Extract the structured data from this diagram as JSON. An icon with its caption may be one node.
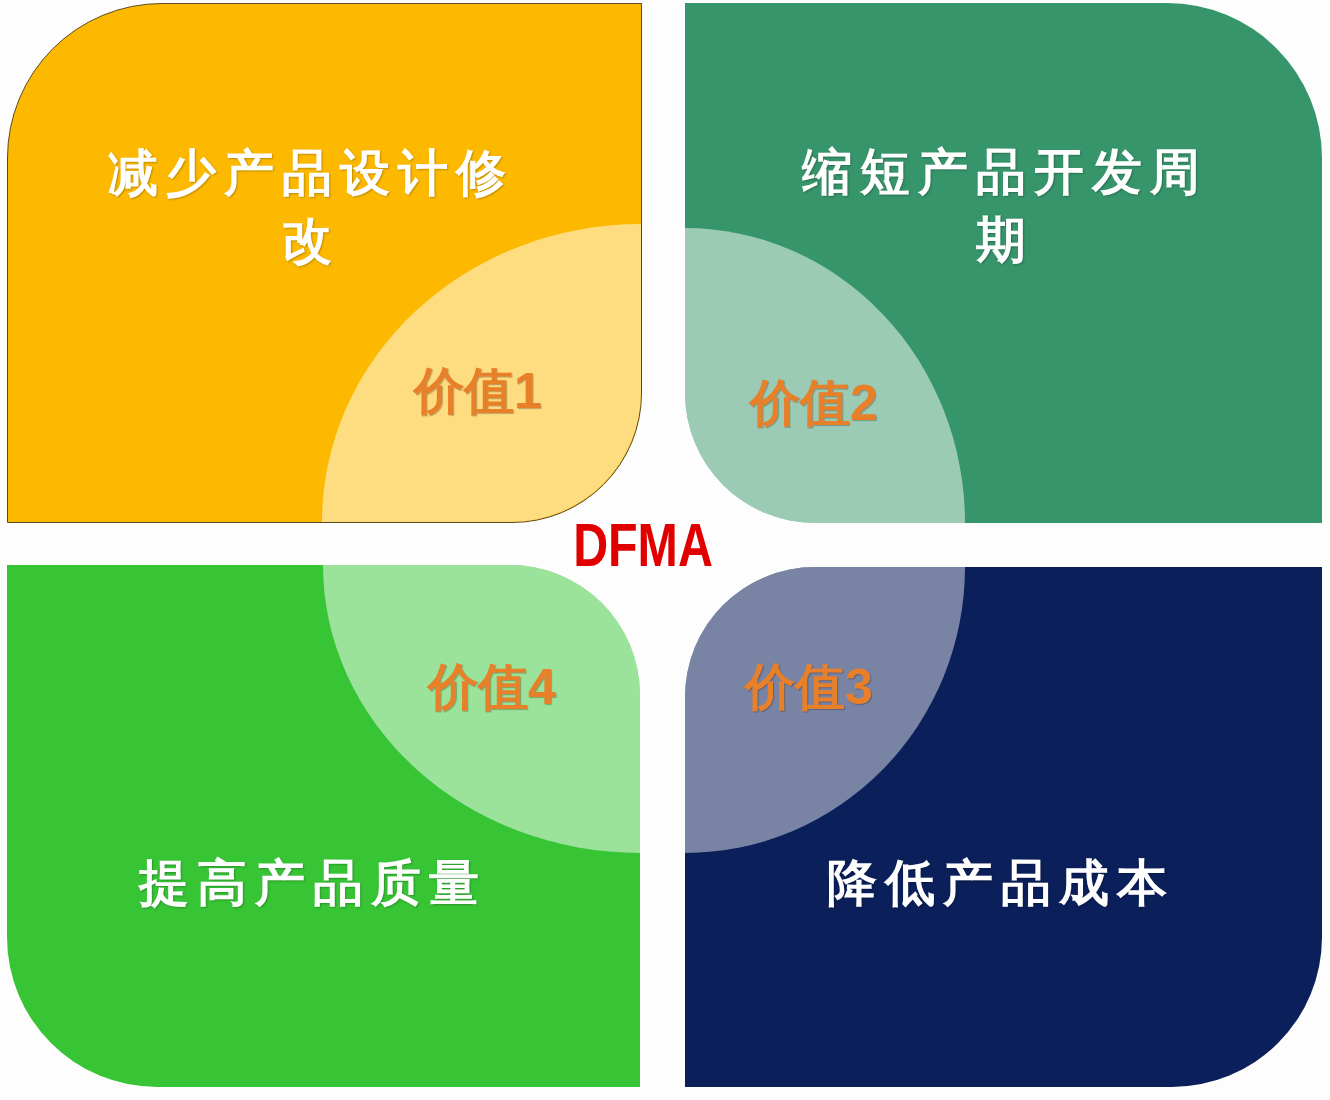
{
  "diagram": {
    "nodes": [
      {
        "text": [
          "减少产品设计修改"
        ]
      },
      {
        "text": [
          "价值1"
        ],
        "in": 0
      },
      {
        "text": [
          "缩短产品开发周期"
        ]
      },
      {
        "text": [
          "价值2"
        ],
        "in": 2
      },
      {
        "text": [
          "提高产品质量"
        ]
      },
      {
        "text": [
          "价值4"
        ],
        "in": 4
      },
      {
        "text": [
          "降低产品成本"
        ]
      },
      {
        "text": [
          "价值3"
        ],
        "in": 6
      }
    ],
    "labels": [
      "DFMA"
    ]
  }
}
